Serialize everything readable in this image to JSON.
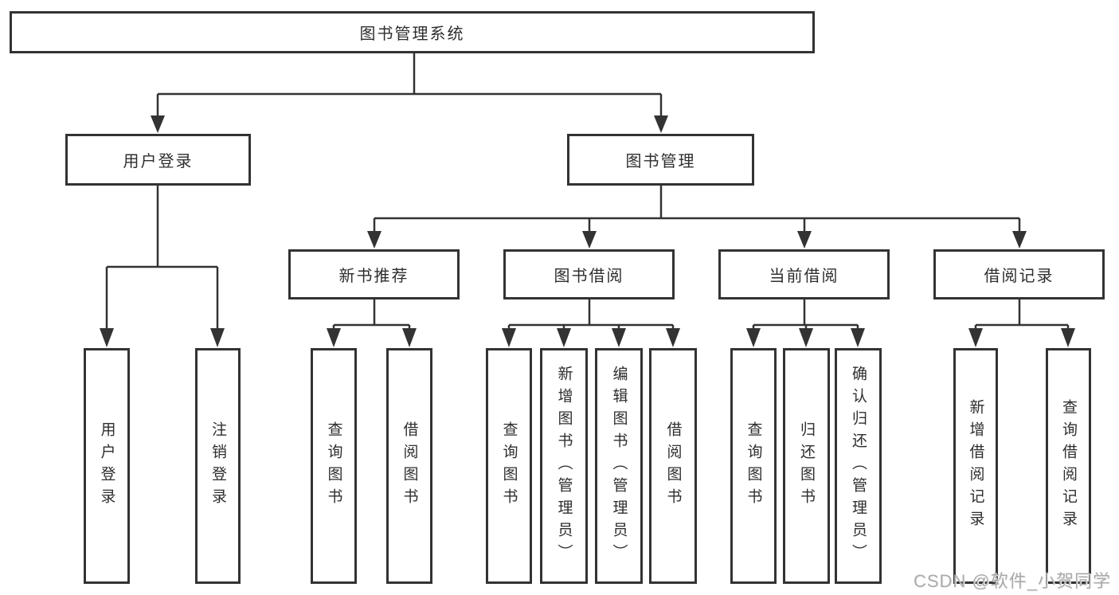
{
  "diagram": {
    "root": {
      "label": "图书管理系统"
    },
    "level2": [
      {
        "label": "用户登录"
      },
      {
        "label": "图书管理"
      }
    ],
    "level3": [
      {
        "label": "新书推荐"
      },
      {
        "label": "图书借阅"
      },
      {
        "label": "当前借阅"
      },
      {
        "label": "借阅记录"
      }
    ],
    "leaves": [
      {
        "label": "用户登录"
      },
      {
        "label": "注销登录"
      },
      {
        "label": "查询图书"
      },
      {
        "label": "借阅图书"
      },
      {
        "label": "查询图书"
      },
      {
        "label": "新增图书（管理员）"
      },
      {
        "label": "编辑图书（管理员）"
      },
      {
        "label": "借阅图书"
      },
      {
        "label": "查询图书"
      },
      {
        "label": "归还图书"
      },
      {
        "label": "确认归还（管理员）"
      },
      {
        "label": "新增借阅记录"
      },
      {
        "label": "查询借阅记录"
      }
    ]
  },
  "watermark": {
    "text": "CSDN @软件_小贺同学"
  },
  "colors": {
    "line": "#333333",
    "box_border": "#333333",
    "text": "#2e2e2e",
    "background": "#ffffff",
    "watermark": "#aaaaaa"
  }
}
